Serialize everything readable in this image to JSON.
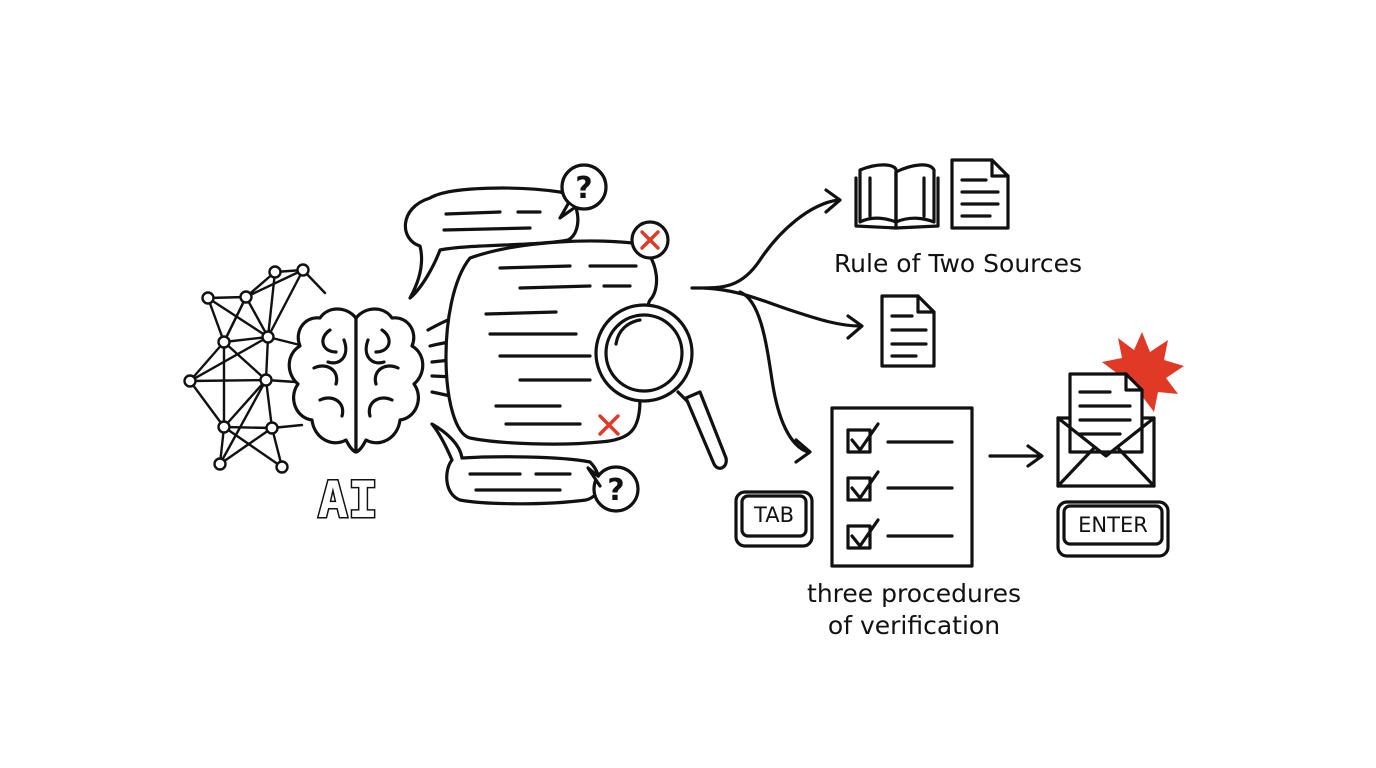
{
  "labels": {
    "ai": "AI",
    "rule_of_two": "Rule of Two Sources",
    "procedures_line1": "three procedures",
    "procedures_line2": "of verification"
  },
  "keys": {
    "tab": "TAB",
    "enter": "ENTER"
  },
  "bubbles": {
    "question_mark": "?"
  },
  "colors": {
    "ink": "#111111",
    "accent_red": "#e03a26",
    "background": "#ffffff"
  },
  "icons": [
    "neural-network-icon",
    "brain-icon",
    "speech-bubble-icon",
    "question-icon",
    "error-x-icon",
    "magnifying-glass-icon",
    "book-icon",
    "document-icon",
    "checklist-icon",
    "checkbox-checked-icon",
    "envelope-icon",
    "alert-burst-icon",
    "keyboard-key-icon",
    "arrow-icon"
  ]
}
